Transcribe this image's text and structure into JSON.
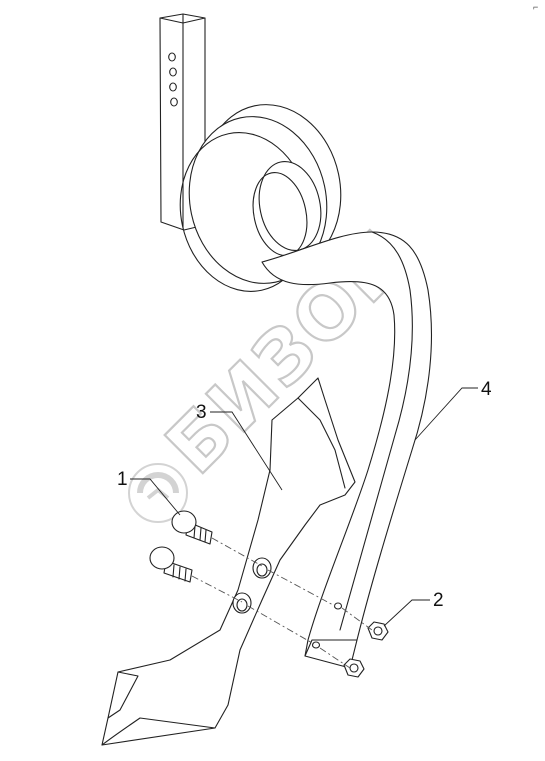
{
  "diagram": {
    "watermark": "БИЗОН",
    "corner_mark": "⌐",
    "callouts": [
      {
        "id": "1",
        "label": "1"
      },
      {
        "id": "2",
        "label": "2"
      },
      {
        "id": "3",
        "label": "3"
      },
      {
        "id": "4",
        "label": "4"
      }
    ]
  }
}
